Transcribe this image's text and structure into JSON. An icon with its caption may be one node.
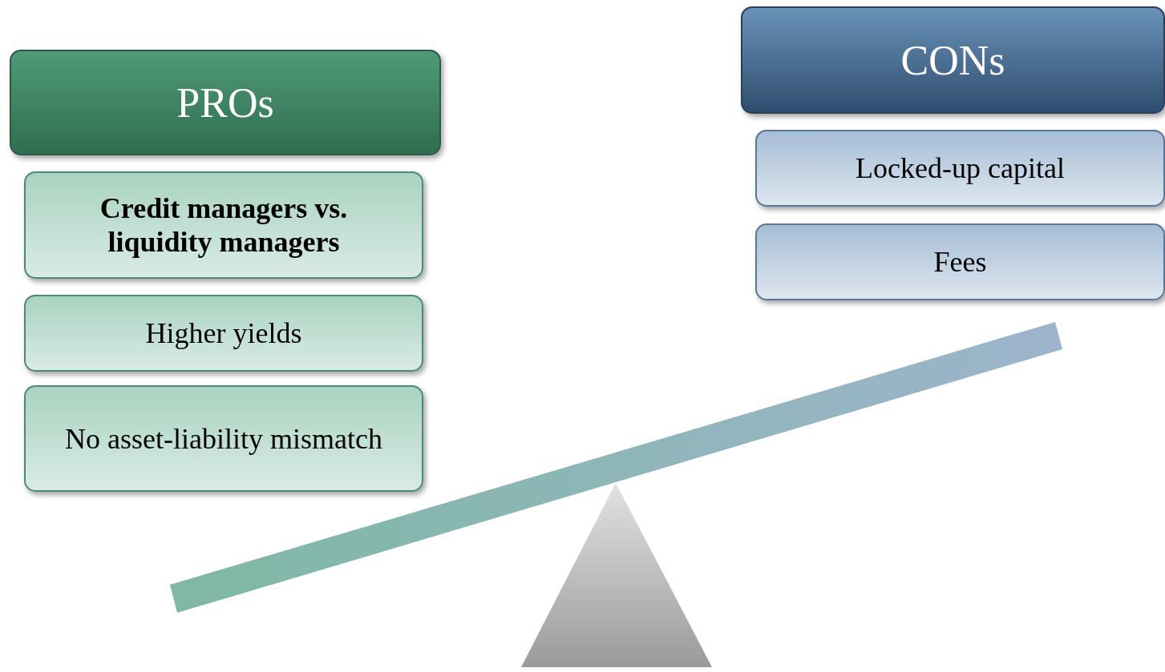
{
  "diagram": {
    "nodes": [
      {
        "text": [
          "PROs"
        ]
      },
      {
        "text": [
          "Credit managers vs. liquidity managers"
        ]
      },
      {
        "text": [
          "Higher yields"
        ]
      },
      {
        "text": [
          "No asset-liability mismatch"
        ]
      },
      {
        "text": [
          "CONs"
        ]
      },
      {
        "text": [
          "Locked-up capital"
        ]
      },
      {
        "text": [
          "Fees"
        ]
      }
    ]
  }
}
